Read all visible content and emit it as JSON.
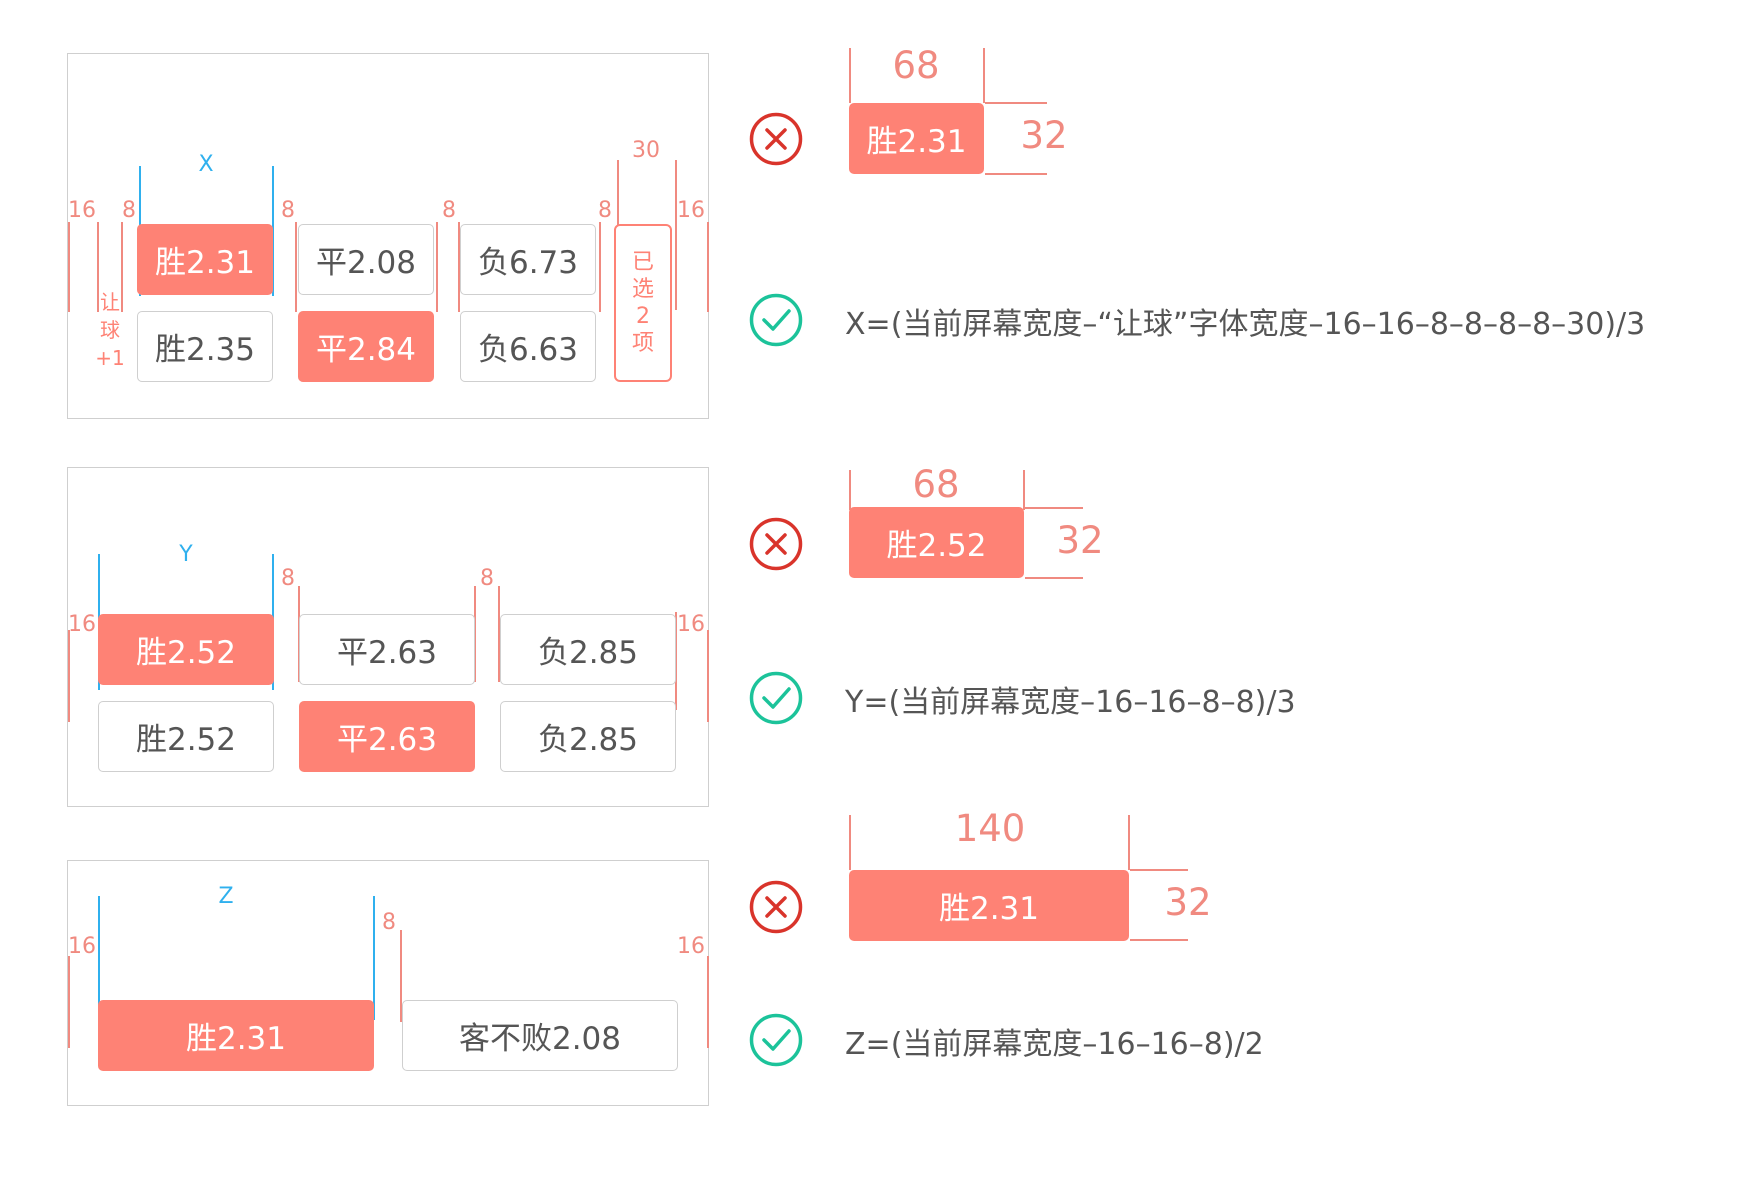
{
  "panel_x": {
    "width_label": "X",
    "margin_labels": {
      "left": "16",
      "side_gap": "8",
      "gap1": "8",
      "gap2": "8",
      "gap3": "8",
      "right": "16",
      "side_width": "30"
    },
    "side_label": [
      "让",
      "球",
      "+1"
    ],
    "row1": [
      "胜2.31",
      "平2.08",
      "负6.73"
    ],
    "row2": [
      "胜2.35",
      "平2.84",
      "负6.63"
    ],
    "selected_badge": [
      "已",
      "选",
      "2",
      "项"
    ]
  },
  "panel_y": {
    "width_label": "Y",
    "margin_labels": {
      "left": "16",
      "gap1": "8",
      "gap2": "8",
      "right": "16"
    },
    "row1": [
      "胜2.52",
      "平2.63",
      "负2.85"
    ],
    "row2": [
      "胜2.52",
      "平2.63",
      "负2.85"
    ]
  },
  "panel_z": {
    "width_label": "Z",
    "margin_labels": {
      "left": "16",
      "gap": "8",
      "right": "16"
    },
    "buttons": [
      "胜2.31",
      "客不败2.08"
    ]
  },
  "wrong_examples": [
    {
      "width": "68",
      "height": "32",
      "label": "胜2.31"
    },
    {
      "width": "68",
      "height": "32",
      "label": "胜2.52"
    },
    {
      "width": "140",
      "height": "32",
      "label": "胜2.31"
    }
  ],
  "formulas": [
    "X=(当前屏幕宽度–“让球”字体宽度–16–16–8–8–8–8–30)/3",
    "Y=(当前屏幕宽度–16–16–8–8)/3",
    "Z=(当前屏幕宽度–16–16–8)/2"
  ],
  "icons": {
    "wrong": "cross-circle-icon",
    "right": "check-circle-icon"
  },
  "colors": {
    "accent": "#fe8275",
    "dimension_red": "#f08a80",
    "dimension_blue": "#2fb0ee",
    "wrong": "#d9342b",
    "right": "#1cc39a",
    "border": "#cfcfcf"
  }
}
